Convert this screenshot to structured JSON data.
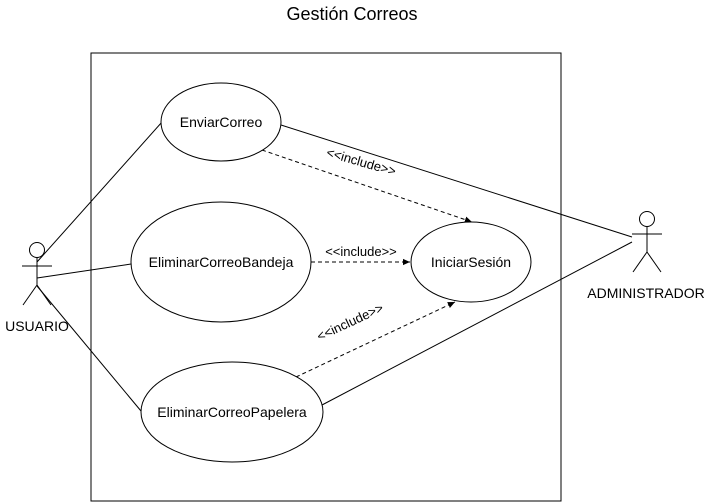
{
  "diagram": {
    "title": "Gestión Correos",
    "actors": {
      "user": "USUARIO",
      "admin": "ADMINISTRADOR"
    },
    "use_cases": {
      "send_mail": "EnviarCorreo",
      "delete_inbox": "EliminarCorreoBandeja",
      "delete_trash": "EliminarCorreoPapelera",
      "login": "IniciarSesión"
    },
    "relations": {
      "include_1": "<<include>>",
      "include_2": "<<include>>",
      "include_3": "<<include>>"
    },
    "colors": {
      "stroke": "#000000",
      "background": "#ffffff"
    }
  }
}
